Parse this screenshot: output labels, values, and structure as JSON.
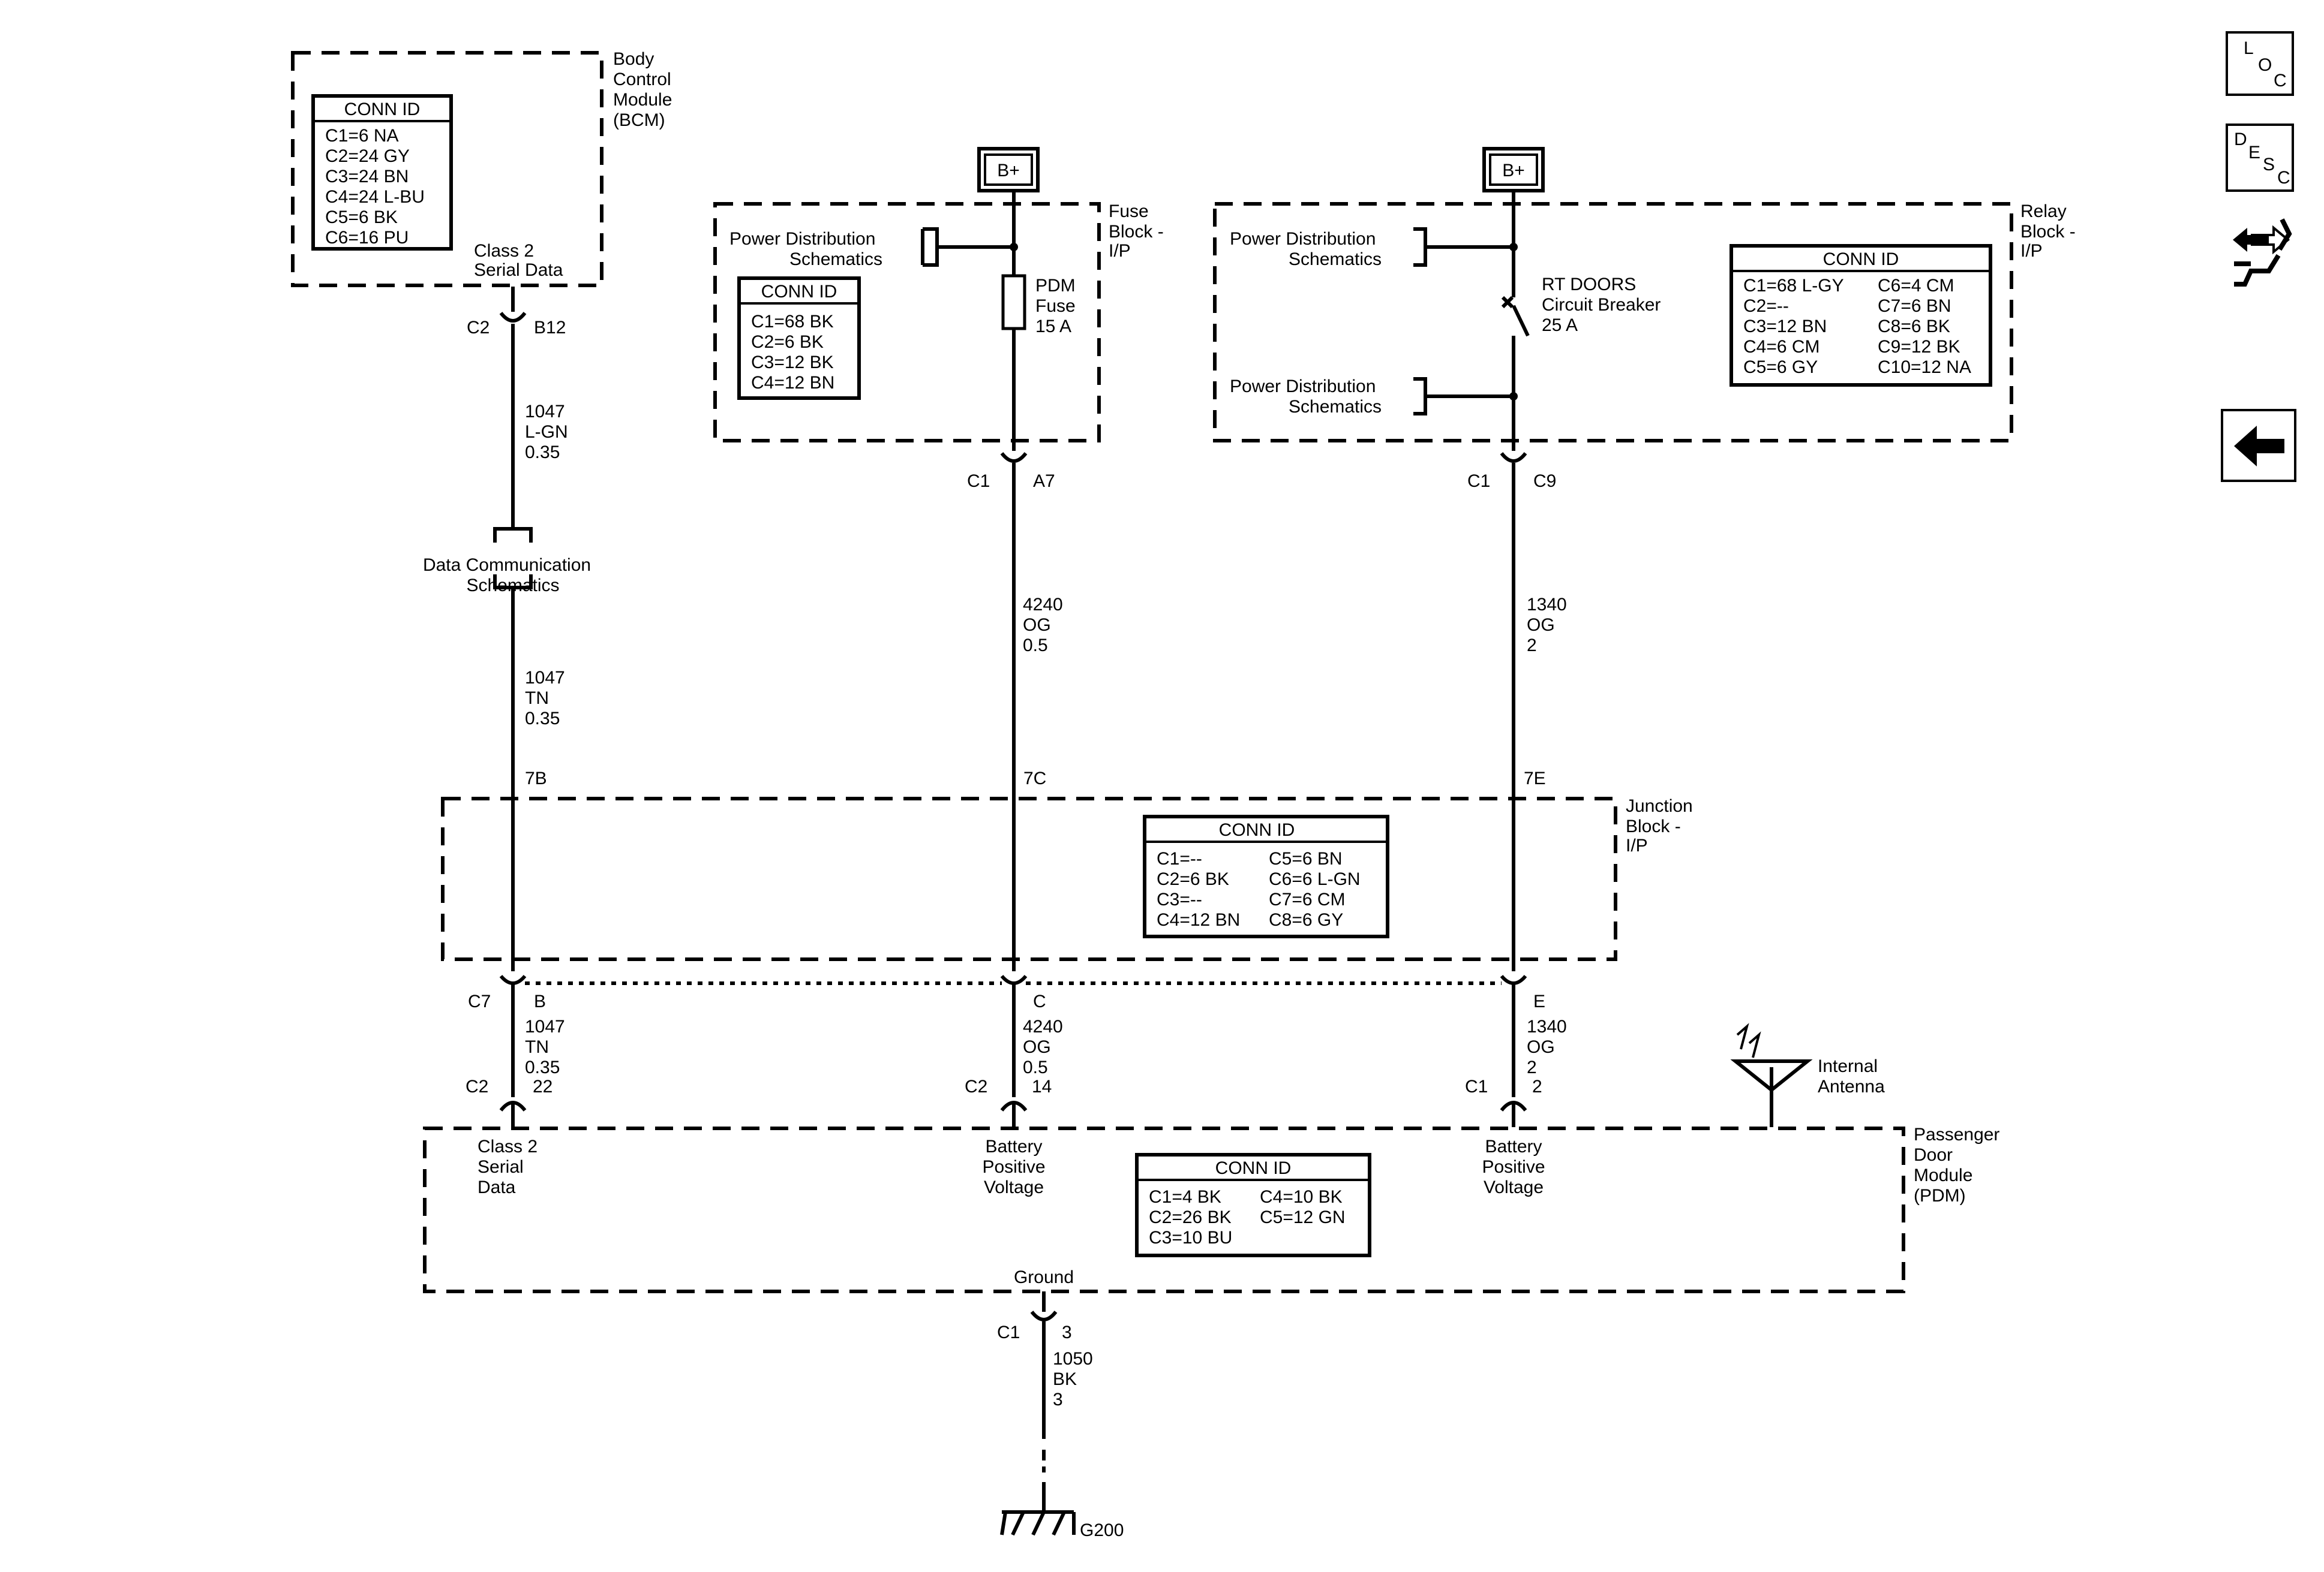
{
  "bcm": {
    "name": [
      "Body",
      "Control",
      "Module",
      "(BCM)"
    ],
    "conn_title": "CONN ID",
    "conn": [
      "C1=6 NA",
      "C2=24 GY",
      "C3=24 BN",
      "C4=24 L-BU",
      "C5=6 BK",
      "C6=16 PU"
    ],
    "pin_label": [
      "Class 2",
      "Serial Data"
    ],
    "connector": "C2",
    "pin": "B12"
  },
  "fuse_block": {
    "supply": "B+",
    "name": [
      "Fuse",
      "Block -",
      "I/P"
    ],
    "pds_label": [
      "Power Distribution",
      "Schematics"
    ],
    "conn_title": "CONN ID",
    "conn": [
      "C1=68 BK",
      "C2=6 BK",
      "C3=12 BK",
      "C4=12 BN"
    ],
    "fuse_label": [
      "PDM",
      "Fuse",
      "15 A"
    ],
    "connector": "C1",
    "pin": "A7"
  },
  "relay_block": {
    "supply": "B+",
    "name": [
      "Relay",
      "Block -",
      "I/P"
    ],
    "pds_label_1": [
      "Power Distribution",
      "Schematics"
    ],
    "pds_label_2": [
      "Power Distribution",
      "Schematics"
    ],
    "breaker_label": [
      "RT DOORS",
      "Circuit Breaker",
      "25 A"
    ],
    "conn_title": "CONN ID",
    "conn_col1": [
      "C1=68 L-GY",
      "C2=--",
      "C3=12 BN",
      "C4=6 CM",
      "C5=6 GY"
    ],
    "conn_col2": [
      "C6=4 CM",
      "C7=6 BN",
      "C8=6 BK",
      "C9=12 BK",
      "C10=12 NA"
    ],
    "connector": "C1",
    "pin": "C9"
  },
  "wires": {
    "w_1047_lgn": [
      "1047",
      "L-GN",
      "0.35"
    ],
    "w_1047_tn_a": [
      "1047",
      "TN",
      "0.35"
    ],
    "w_4240_a": [
      "4240",
      "OG",
      "0.5"
    ],
    "w_1340_a": [
      "1340",
      "OG",
      "2"
    ],
    "w_1047_tn_b": [
      "1047",
      "TN",
      "0.35"
    ],
    "w_4240_b": [
      "4240",
      "OG",
      "0.5"
    ],
    "w_1340_b": [
      "1340",
      "OG",
      "2"
    ],
    "w_1050": [
      "1050",
      "BK",
      "3"
    ]
  },
  "data_comm": [
    "Data Communication",
    "Schematics"
  ],
  "junction_block": {
    "name": [
      "Junction",
      "Block -",
      "I/P"
    ],
    "top_pins": [
      "7B",
      "7C",
      "7E"
    ],
    "conn_title": "CONN ID",
    "conn_col1": [
      "C1=--",
      "C2=6 BK",
      "C3=--",
      "C4=12 BN"
    ],
    "conn_col2": [
      "C5=6 BN",
      "C6=6 L-GN",
      "C7=6 CM",
      "C8=6 GY"
    ],
    "bottom_connector": "C7",
    "bottom_pins": [
      "B",
      "C",
      "E"
    ]
  },
  "pdm": {
    "name": [
      "Passenger",
      "Door",
      "Module",
      "(PDM)"
    ],
    "antenna_label": [
      "Internal",
      "Antenna"
    ],
    "conn_title": "CONN ID",
    "conn_col1": [
      "C1=4 BK",
      "C2=26 BK",
      "C3=10 BU"
    ],
    "conn_col2": [
      "C4=10 BK",
      "C5=12 GN"
    ],
    "pin1": {
      "connector": "C2",
      "pin": "22",
      "label": [
        "Class 2",
        "Serial",
        "Data"
      ]
    },
    "pin2": {
      "connector": "C2",
      "pin": "14",
      "label": [
        "Battery",
        "Positive",
        "Voltage"
      ]
    },
    "pin3": {
      "connector": "C1",
      "pin": "2",
      "label": [
        "Battery",
        "Positive",
        "Voltage"
      ]
    },
    "ground_label": "Ground",
    "ground_connector": "C1",
    "ground_pin": "3"
  },
  "ground": {
    "name": "G200"
  },
  "nav": {
    "loc": {
      "l": "L",
      "o": "O",
      "c": "C"
    },
    "desc": {
      "d": "D",
      "e": "E",
      "s": "S",
      "c": "C"
    },
    "back_icon": "left-arrow-icon",
    "swap_icon": "exchange-arrows-icon"
  }
}
